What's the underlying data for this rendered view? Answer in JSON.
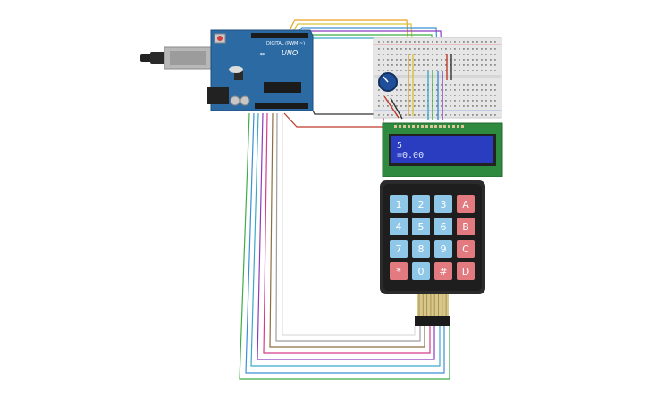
{
  "arduino": {
    "brand_mark": "∞",
    "model_label": "UNO",
    "header_label": "DIGITAL (PWM ~)"
  },
  "lcd": {
    "line1": "5",
    "line2": "=0.00"
  },
  "keypad": {
    "keys": [
      {
        "label": "1",
        "kind": "num"
      },
      {
        "label": "2",
        "kind": "num"
      },
      {
        "label": "3",
        "kind": "num"
      },
      {
        "label": "A",
        "kind": "letter"
      },
      {
        "label": "4",
        "kind": "num"
      },
      {
        "label": "5",
        "kind": "num"
      },
      {
        "label": "6",
        "kind": "num"
      },
      {
        "label": "B",
        "kind": "letter"
      },
      {
        "label": "7",
        "kind": "num"
      },
      {
        "label": "8",
        "kind": "num"
      },
      {
        "label": "9",
        "kind": "num"
      },
      {
        "label": "C",
        "kind": "letter"
      },
      {
        "label": "*",
        "kind": "letter"
      },
      {
        "label": "0",
        "kind": "num"
      },
      {
        "label": "#",
        "kind": "letter"
      },
      {
        "label": "D",
        "kind": "letter"
      }
    ]
  },
  "colors": {
    "board": "#2b6aa3",
    "lcd_frame": "#2e8a3e",
    "lcd_screen": "#2a3cc0",
    "keypad_body": "#2b2b2b",
    "key_num": "#8fc7e8",
    "key_letter": "#e27a7f",
    "wires": [
      "#3cae45",
      "#3c8fd6",
      "#8a3cbf",
      "#d43c8a",
      "#c0392b",
      "#8d6e3f",
      "#9e9e9e",
      "#ececec",
      "#e8a020"
    ]
  }
}
